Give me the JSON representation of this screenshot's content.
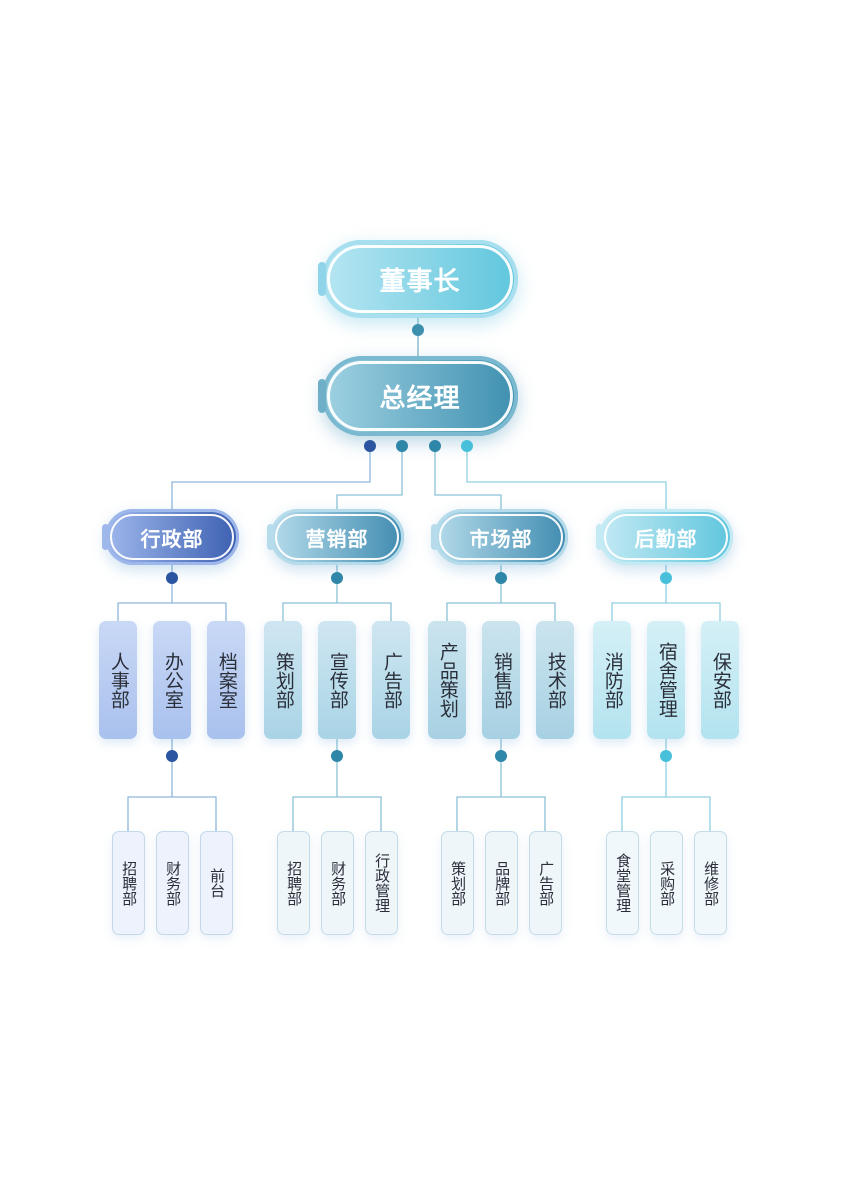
{
  "top": {
    "label": "董事长"
  },
  "gm": {
    "label": "总经理"
  },
  "departments": [
    {
      "label": "行政部",
      "subs": [
        "人事部",
        "办公室",
        "档案室"
      ],
      "children": [
        "招聘部",
        "财务部",
        "前台"
      ],
      "colors": {
        "dot": "#2b55a0",
        "pill_a": "#9fb8ec",
        "pill_b": "#3b5fb0",
        "box_a": "#c9d8f5",
        "box_b": "#a9c1ee",
        "small": "#edf2fc",
        "line": "#8fb6dc"
      }
    },
    {
      "label": "营销部",
      "subs": [
        "策划部",
        "宣传部",
        "广告部"
      ],
      "children": [
        "招聘部",
        "财务部",
        "行政管理"
      ],
      "colors": {
        "dot": "#2e86a8",
        "pill_a": "#b6dceb",
        "pill_b": "#3f8bb0",
        "box_a": "#cfe6f1",
        "box_b": "#a9d4e6",
        "small": "#eef6fa",
        "line": "#8cc1d6"
      }
    },
    {
      "label": "市场部",
      "subs": [
        "产品策划",
        "销售部",
        "技术部"
      ],
      "children": [
        "策划部",
        "品牌部",
        "广告部"
      ],
      "colors": {
        "dot": "#2e86a8",
        "pill_a": "#b6dceb",
        "pill_b": "#3f8bb0",
        "box_a": "#cbe4ee",
        "box_b": "#a7d1e3",
        "small": "#eef6fa",
        "line": "#8cc1d6"
      }
    },
    {
      "label": "后勤部",
      "subs": [
        "消防部",
        "宿舍管理",
        "保安部"
      ],
      "children": [
        "食堂管理",
        "采购部",
        "维修部"
      ],
      "colors": {
        "dot": "#48c0dc",
        "pill_a": "#c4eaf4",
        "pill_b": "#5ec5dd",
        "box_a": "#d5f0f7",
        "box_b": "#b3e3ef",
        "small": "#f0f8fb",
        "line": "#8fd0e2"
      }
    }
  ]
}
